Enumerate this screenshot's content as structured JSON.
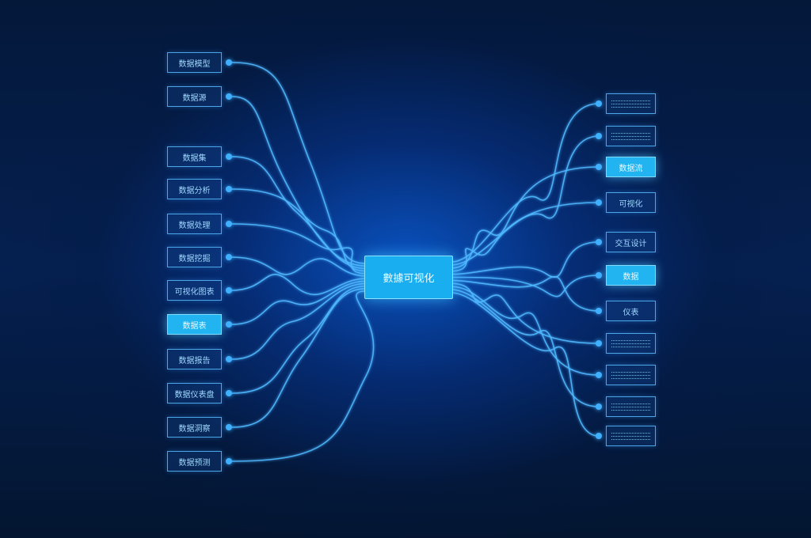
{
  "diagram": {
    "center": {
      "label": "數據可视化"
    },
    "left_nodes": [
      {
        "label": "数据模型",
        "highlight": false
      },
      {
        "label": "数据源",
        "highlight": false
      },
      {
        "label": "数据集",
        "highlight": false
      },
      {
        "label": "数据分析",
        "highlight": false
      },
      {
        "label": "数据处理",
        "highlight": false
      },
      {
        "label": "数据挖掘",
        "highlight": false
      },
      {
        "label": "可视化图表",
        "highlight": false
      },
      {
        "label": "数据表",
        "highlight": true
      },
      {
        "label": "数据报告",
        "highlight": false
      },
      {
        "label": "数据仪表盘",
        "highlight": false
      },
      {
        "label": "数据洞察",
        "highlight": false
      },
      {
        "label": "数据预测",
        "highlight": false
      }
    ],
    "right_nodes": [
      {
        "label": "",
        "highlight": false,
        "lines": 3
      },
      {
        "label": "",
        "highlight": false,
        "lines": 3
      },
      {
        "label": "数据流",
        "highlight": true,
        "lines": 0
      },
      {
        "label": "可视化",
        "highlight": false,
        "lines": 0
      },
      {
        "label": "交互设计",
        "highlight": false,
        "lines": 0
      },
      {
        "label": "数据",
        "highlight": true,
        "lines": 0
      },
      {
        "label": "仪表",
        "highlight": false,
        "lines": 0
      },
      {
        "label": "",
        "highlight": false,
        "lines": 3
      },
      {
        "label": "",
        "highlight": false,
        "lines": 3
      },
      {
        "label": "",
        "highlight": false,
        "lines": 3
      },
      {
        "label": "",
        "highlight": false,
        "lines": 3
      }
    ],
    "colors": {
      "wire": "#4fb8ff",
      "node_border": "#4aa6e6",
      "highlight_fill": "#22b4f0",
      "center_fill": "#19aef0"
    }
  }
}
